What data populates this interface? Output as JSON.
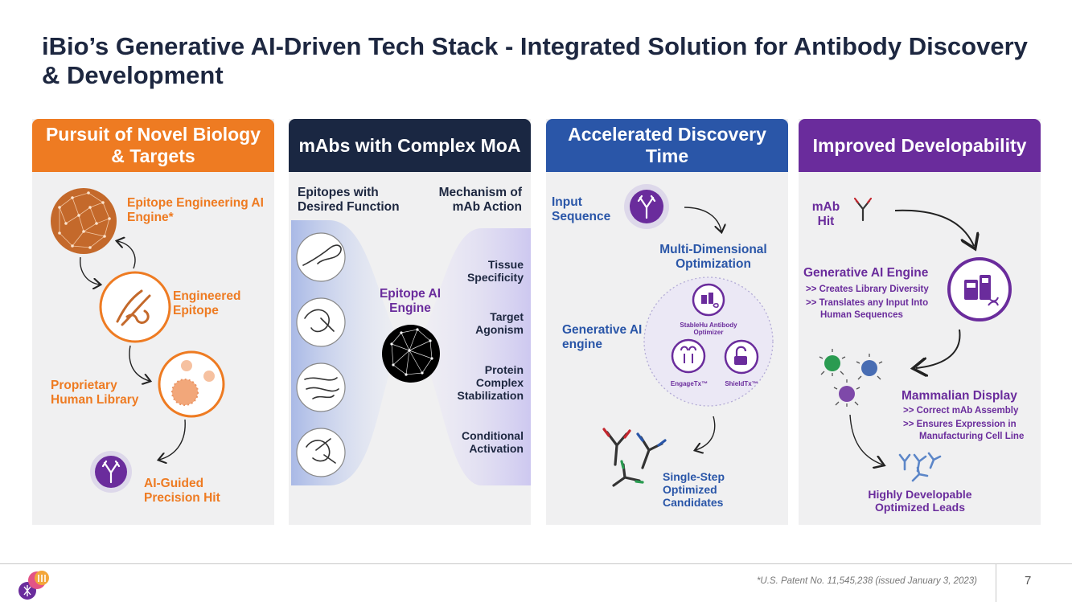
{
  "title": "iBio’s Generative AI-Driven Tech Stack - Integrated Solution for Antibody Discovery & Development",
  "colors": {
    "orange": "#ee7b22",
    "navy": "#1a2742",
    "blue": "#2a56a8",
    "purple": "#6a2c9c"
  },
  "col1": {
    "header": "Pursuit of Novel Biology & Targets",
    "epitope_engine": "Epitope Engineering AI Engine*",
    "engineered_epitope": "Engineered Epitope",
    "human_library": "Proprietary Human Library",
    "precision_hit": "AI-Guided Precision Hit"
  },
  "col2": {
    "header": "mAbs with Complex MoA",
    "epitopes_desired": "Epitopes with Desired Function",
    "mechanism": "Mechanism of mAb Action",
    "engine": "Epitope AI Engine",
    "actions": [
      "Tissue Specificity",
      "Target Agonism",
      "Protein Complex Stabilization",
      "Conditional Activation"
    ]
  },
  "col3": {
    "header": "Accelerated Discovery Time",
    "input_sequence": "Input Sequence",
    "multi_dim": "Multi-Dimensional Optimization",
    "gen_engine": "Generative AI engine",
    "stablehu": "StableHu Antibody Optimizer",
    "engagetx": "EngageTx™",
    "shieldtx": "ShieldTx™",
    "single_step": "Single-Step Optimized Candidates"
  },
  "col4": {
    "header": "Improved Developability",
    "mab_hit": "mAb Hit",
    "gen_engine_title": "Generative AI Engine",
    "gen_bullet_1": ">> Creates Library Diversity",
    "gen_bullet_2": ">> Translates any Input Into Human Sequences",
    "display_title": "Mammalian Display",
    "display_bullet_1": ">>  Correct mAb Assembly",
    "display_bullet_2": ">>  Ensures Expression in Manufacturing Cell Line",
    "leads": "Highly Developable Optimized Leads"
  },
  "footer": {
    "footnote": "*U.S. Patent No. 11,545,238 (issued January 3, 2023)",
    "page": "7"
  }
}
